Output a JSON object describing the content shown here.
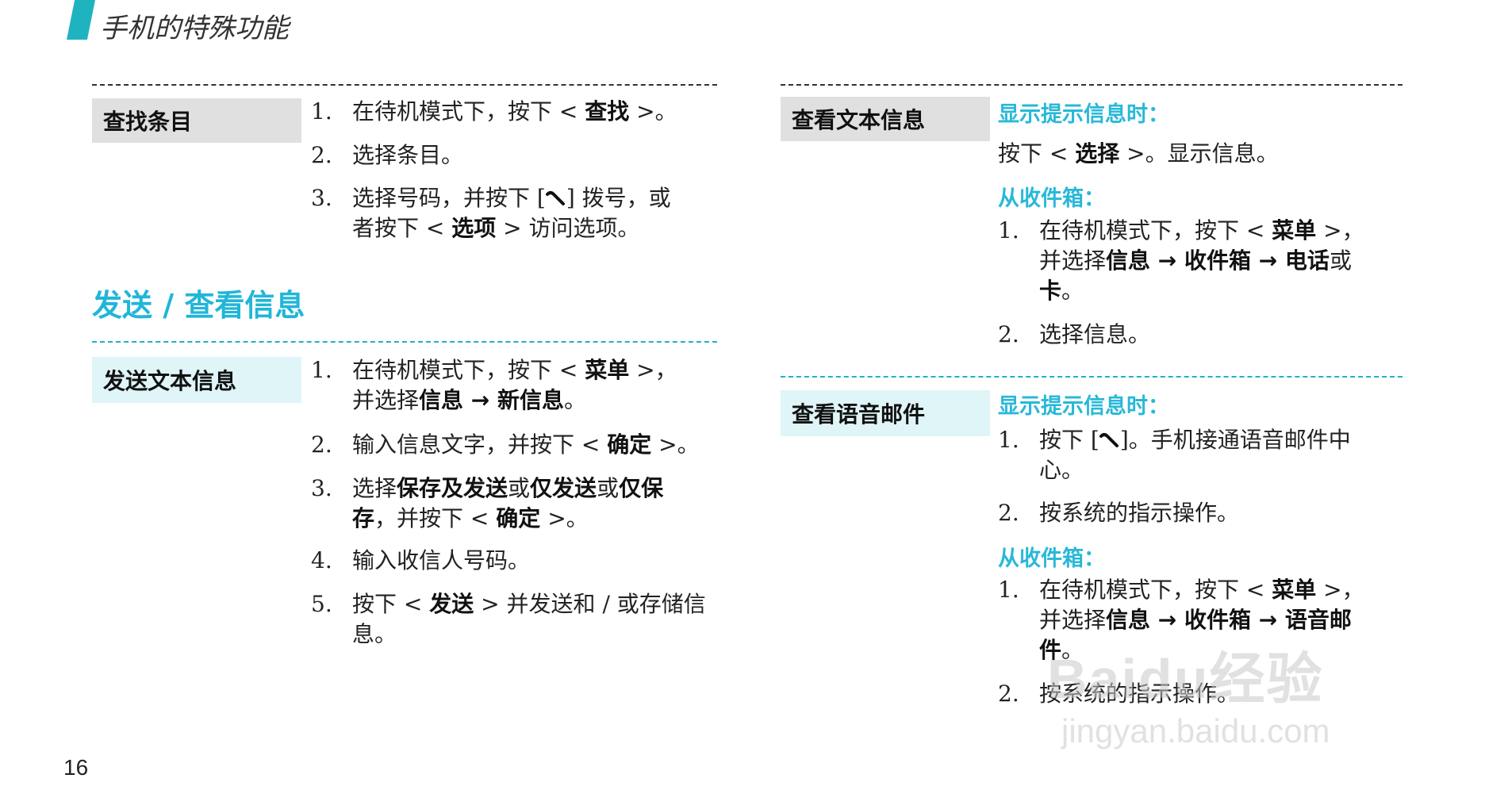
{
  "header": {
    "title": "手机的特殊功能"
  },
  "left": {
    "find_label": "查找条目",
    "find_steps": [
      {
        "num": "1.",
        "a": "在待机模式下，按下 < ",
        "b": "查找",
        "c": " >。"
      },
      {
        "num": "2.",
        "a": "选择条目。"
      },
      {
        "num": "3.",
        "a": "选择号码，并按下 [",
        "c": "] 拨号，或",
        "line2a": "者按下 < ",
        "line2b": "选项",
        "line2c": " > 访问选项。"
      }
    ],
    "section_title": "发送 / 查看信息",
    "send_label": "发送文本信息",
    "send_steps": [
      {
        "num": "1.",
        "a": "在待机模式下，按下 < ",
        "b": "菜单",
        "c": " >，",
        "line2a": "并选择",
        "line2b": "信息 → 新信息",
        "line2c": "。"
      },
      {
        "num": "2.",
        "a": "输入信息文字，并按下 < ",
        "b": "确定",
        "c": " >。"
      },
      {
        "num": "3.",
        "a": "选择",
        "b": "保存及发送",
        "c": "或",
        "d": "仅发送",
        "e": "或",
        "f": "仅保",
        "line2b": "存",
        "line2c": "，并按下 < ",
        "line2d": "确定",
        "line2e": " >。"
      },
      {
        "num": "4.",
        "a": "输入收信人号码。"
      },
      {
        "num": "5.",
        "a": "按下 < ",
        "b": "发送",
        "c": " > 并发送和 / 或存储信",
        "line2a": "息。"
      }
    ]
  },
  "right": {
    "text_label": "查看文本信息",
    "text_sub1": "显示提示信息时：",
    "text_line": {
      "a": "按下 < ",
      "b": "选择",
      "c": " >。显示信息。"
    },
    "text_sub2": "从收件箱：",
    "text_steps": [
      {
        "num": "1.",
        "a": "在待机模式下，按下 < ",
        "b": "菜单",
        "c": " >，",
        "line2a": "并选择",
        "line2b": "信息 → 收件箱 → 电话",
        "line2c": "或",
        "line3b": "卡",
        "line3c": "。"
      },
      {
        "num": "2.",
        "a": "选择信息。"
      }
    ],
    "voice_label": "查看语音邮件",
    "voice_sub1": "显示提示信息时：",
    "voice_steps1": [
      {
        "num": "1.",
        "a": "按下 [",
        "c": "]。手机接通语音邮件中",
        "line2a": "心。"
      },
      {
        "num": "2.",
        "a": "按系统的指示操作。"
      }
    ],
    "voice_sub2": "从收件箱：",
    "voice_steps2": [
      {
        "num": "1.",
        "a": "在待机模式下，按下 < ",
        "b": "菜单",
        "c": " >，",
        "line2a": "并选择",
        "line2b": "信息 → 收件箱 → 语音邮",
        "line3b": "件",
        "line3c": "。"
      },
      {
        "num": "2.",
        "a": "按系统的指示操作。"
      }
    ]
  },
  "page_number": "16",
  "watermark": {
    "brand": "Baidu经验",
    "url": "jingyan.baidu.com"
  },
  "colors": {
    "accent": "#20b6d8",
    "label_gray": "#e0e0e0",
    "label_cyan": "#dff5f8"
  }
}
